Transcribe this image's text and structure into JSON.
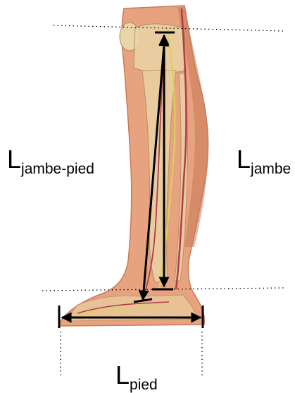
{
  "labels": {
    "jambe_pied": {
      "main": "L",
      "sub": "jambe-pied"
    },
    "jambe": {
      "main": "L",
      "sub": "jambe"
    },
    "pied": {
      "main": "L",
      "sub": "pied"
    }
  },
  "colors": {
    "skin": "#e7a37f",
    "skin_shadow": "#c97a58",
    "bone": "#ead5a8",
    "nerve": "#d9d35a",
    "artery": "#b23a4a",
    "arrow": "#000000"
  }
}
